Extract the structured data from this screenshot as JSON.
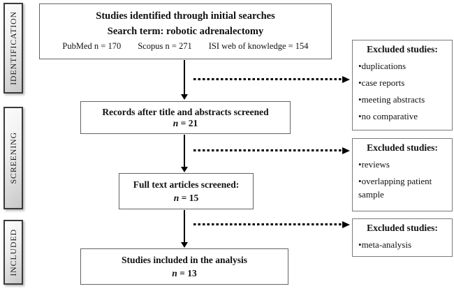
{
  "phases": {
    "identification": "IDENTIFICATION",
    "screening": "SCREENING",
    "included": "INCLUDED"
  },
  "flow": {
    "search": {
      "title": "Studies identified through initial searches",
      "subtitle": "Search term: robotic adrenalectomy",
      "sources": {
        "pubmed": "PubMed n = 170",
        "scopus": "Scopus n = 271",
        "isi": "ISI web of knowledge = 154"
      }
    },
    "screened": {
      "title": "Records after title and abstracts screened",
      "n_var": "n",
      "n_eq": "= 21"
    },
    "fulltext": {
      "title": "Full text articles screened:",
      "n_var": "n",
      "n_eq": "= 15"
    },
    "included": {
      "title": "Studies included in the analysis",
      "n_var": "n",
      "n_eq": "= 13"
    }
  },
  "exclusions": [
    {
      "heading": "Excluded studies:",
      "items": [
        "duplications",
        "case reports",
        "meeting abstracts",
        "no comparative"
      ]
    },
    {
      "heading": "Excluded studies:",
      "items": [
        "reviews",
        "overlapping patient sample"
      ]
    },
    {
      "heading": "Excluded studies:",
      "items": [
        "meta-analysis"
      ]
    }
  ],
  "colors": {
    "arrow": "#000000",
    "flowbox_border": "#636363",
    "exclbox_border": "#7a7a7a",
    "phase_border": "#3a3a3a",
    "phase_fill_light": "#fdfdfd",
    "phase_fill_dark": "#c8c8c8"
  }
}
